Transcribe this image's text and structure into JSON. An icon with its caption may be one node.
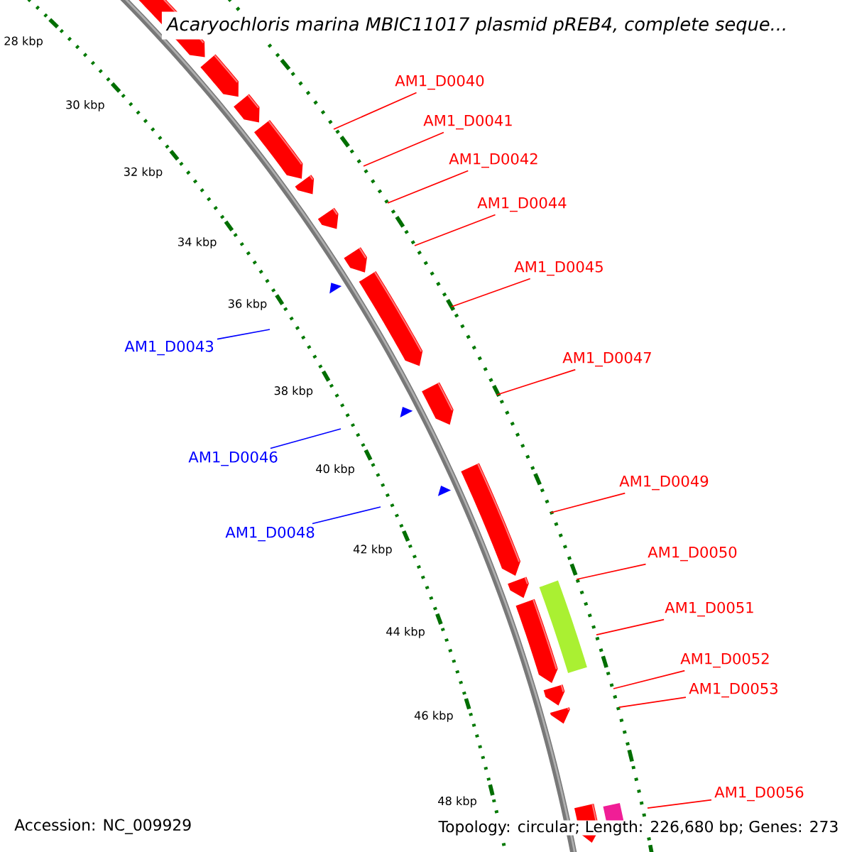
{
  "diagram": {
    "title": "Acaryochloris marina MBIC11017 plasmid pREB4, complete seque...",
    "nodes": [
      {
        "text": [
          "AM1_D0040"
        ]
      },
      {
        "text": [
          "AM1_D0041"
        ]
      },
      {
        "text": [
          "AM1_D0042"
        ]
      },
      {
        "text": [
          "AM1_D0044"
        ]
      },
      {
        "text": [
          "AM1_D0045"
        ]
      },
      {
        "text": [
          "AM1_D0043"
        ]
      },
      {
        "text": [
          "AM1_D0047"
        ]
      },
      {
        "text": [
          "AM1_D0046"
        ]
      },
      {
        "text": [
          "AM1_D0049"
        ]
      },
      {
        "text": [
          "AM1_D0048"
        ]
      },
      {
        "text": [
          "AM1_D0050"
        ]
      },
      {
        "text": [
          "AM1_D0051"
        ]
      },
      {
        "text": [
          "AM1_D0052"
        ]
      },
      {
        "text": [
          "AM1_D0053"
        ]
      },
      {
        "text": [
          "AM1_D0056"
        ]
      }
    ],
    "edges": [
      {
        "from": 0,
        "to": null,
        "arrow": "none"
      },
      {
        "from": 1,
        "to": null,
        "arrow": "none"
      },
      {
        "from": 2,
        "to": null,
        "arrow": "none"
      },
      {
        "from": 3,
        "to": null,
        "arrow": "none"
      },
      {
        "from": 4,
        "to": null,
        "arrow": "none"
      },
      {
        "from": 5,
        "to": null,
        "arrow": "none",
        "color": "#0000ff"
      },
      {
        "from": 6,
        "to": null,
        "arrow": "none"
      },
      {
        "from": 7,
        "to": null,
        "arrow": "none",
        "color": "#0000ff"
      },
      {
        "from": 8,
        "to": null,
        "arrow": "none"
      },
      {
        "from": 9,
        "to": null,
        "arrow": "none",
        "color": "#0000ff"
      },
      {
        "from": 10,
        "to": null,
        "arrow": "none"
      },
      {
        "from": 11,
        "to": null,
        "arrow": "none"
      },
      {
        "from": 12,
        "to": null,
        "arrow": "none"
      },
      {
        "from": 13,
        "to": null,
        "arrow": "none"
      },
      {
        "from": 14,
        "to": null,
        "arrow": "none"
      }
    ],
    "labels": [
      "28 kbp",
      "30 kbp",
      "32 kbp",
      "34 kbp",
      "36 kbp",
      "38 kbp",
      "40 kbp",
      "42 kbp",
      "44 kbp",
      "46 kbp",
      "48 kbp",
      "Accession: NC_009929",
      "Topology: circular; Length: 226,680 bp; Genes: 273"
    ]
  }
}
